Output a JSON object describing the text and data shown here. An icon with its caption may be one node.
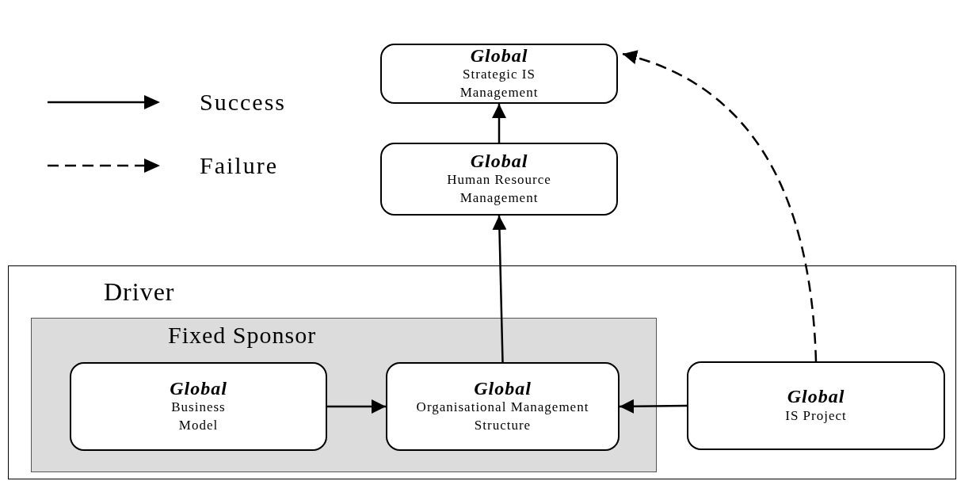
{
  "diagram": {
    "nodes": [
      {
        "text": [
          "Global",
          "Strategic IS Management"
        ]
      },
      {
        "text": [
          "Global",
          "Human Resource Management"
        ]
      },
      {
        "text": [
          "Driver"
        ]
      },
      {
        "text": [
          "Fixed Sponsor"
        ],
        "in": 2
      },
      {
        "text": [
          "Global",
          "Business Model"
        ],
        "in": 3
      },
      {
        "text": [
          "Global",
          "Organisational Management Structure"
        ],
        "in": 3
      },
      {
        "text": [
          "Global",
          "IS Project"
        ],
        "in": 2
      }
    ],
    "edges": [
      {
        "from": 1,
        "to": 0,
        "arrow": "to"
      },
      {
        "from": 5,
        "to": 1,
        "arrow": "to"
      },
      {
        "from": 4,
        "to": 5,
        "arrow": "to"
      },
      {
        "from": 6,
        "to": 5,
        "arrow": "to"
      },
      {
        "from": 6,
        "to": 0,
        "arrow": "to",
        "style": "dashed"
      }
    ],
    "legend": [
      {
        "text": "Success"
      },
      {
        "text": "Failure"
      }
    ]
  }
}
